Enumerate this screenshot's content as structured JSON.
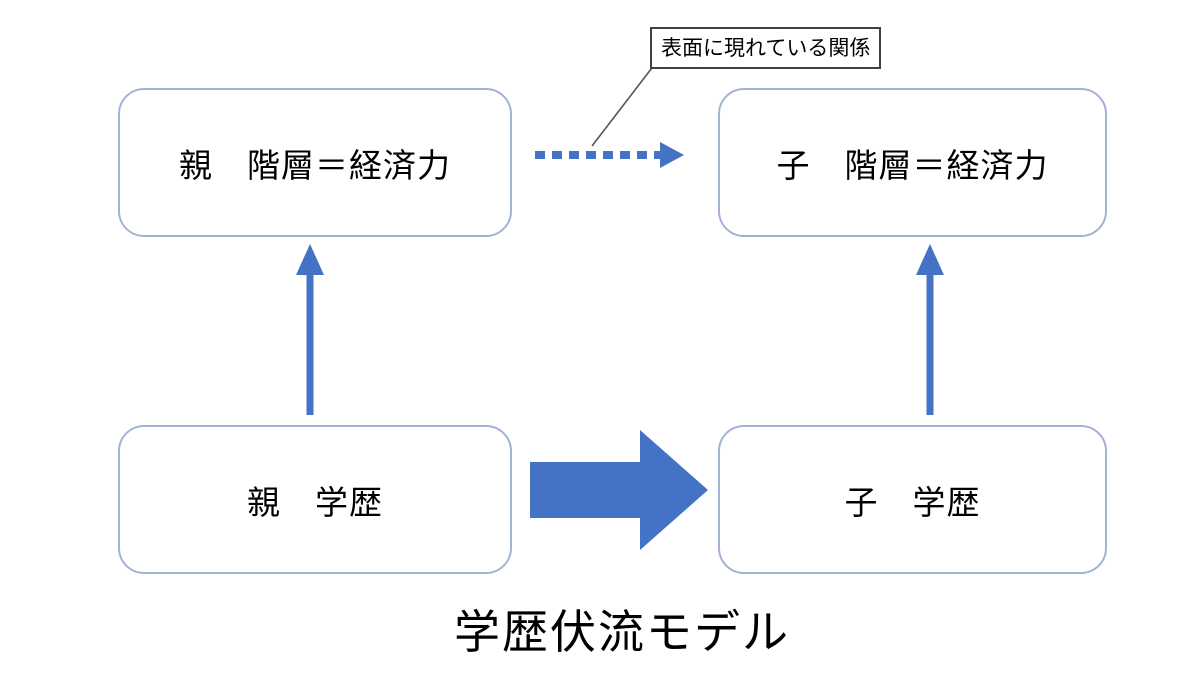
{
  "title": "学歴伏流モデル",
  "callout": {
    "label": "表面に現れている関係"
  },
  "boxes": {
    "parent_status": {
      "label": "親　階層＝経済力"
    },
    "child_status": {
      "label": "子　階層＝経済力"
    },
    "parent_education": {
      "label": "親　学歴"
    },
    "child_education": {
      "label": "子　学歴"
    }
  },
  "arrows": {
    "surface_relation": "dotted-horizontal-arrow",
    "parent_edu_to_status": "solid-up-arrow",
    "child_edu_to_status": "solid-up-arrow",
    "parent_edu_to_child_edu": "block-right-arrow"
  },
  "colors": {
    "arrow_blue": "#4472C4",
    "box_border": "#A3B2D4",
    "callout_border": "#404040",
    "text": "#000000",
    "background": "#FFFFFF"
  }
}
